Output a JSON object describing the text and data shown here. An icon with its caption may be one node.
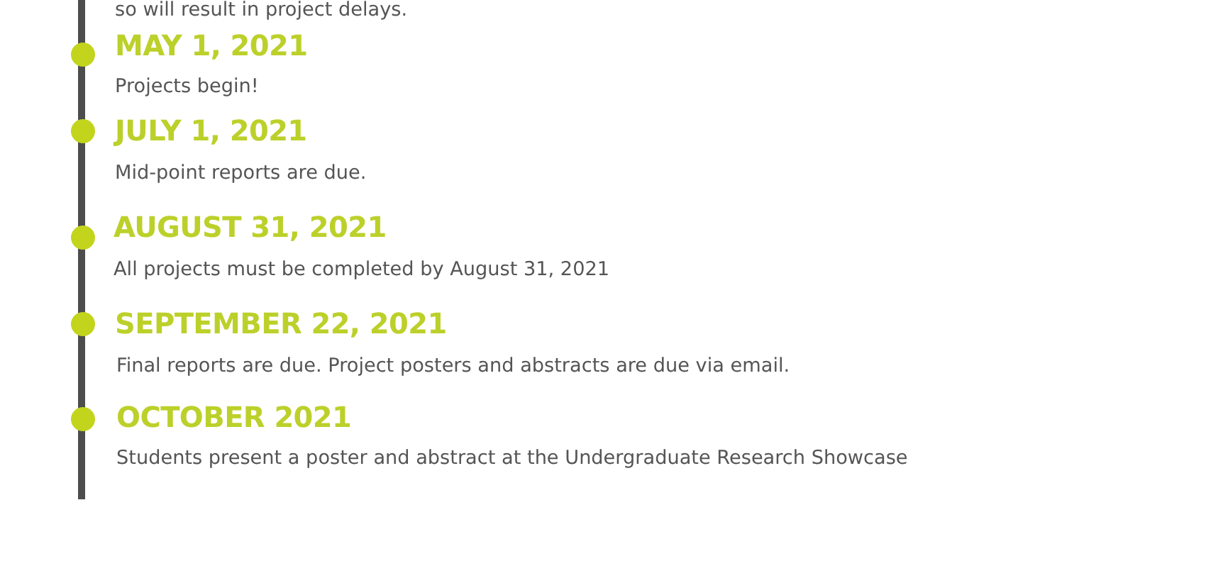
{
  "diagram": {
    "labels": [
      "so will result in project delays.",
      "MAY 1, 2021",
      "Projects begin!",
      "JULY 1, 2021",
      "Mid-point reports are due.",
      "AUGUST 31, 2021",
      "All projects must be completed by August 31, 2021",
      "SEPTEMBER 22, 2021",
      "Final reports are due. Project posters and abstracts are due via email.",
      "OCTOBER 2021",
      "Students present a poster and abstract at the Undergraduate Research Showcase"
    ]
  }
}
